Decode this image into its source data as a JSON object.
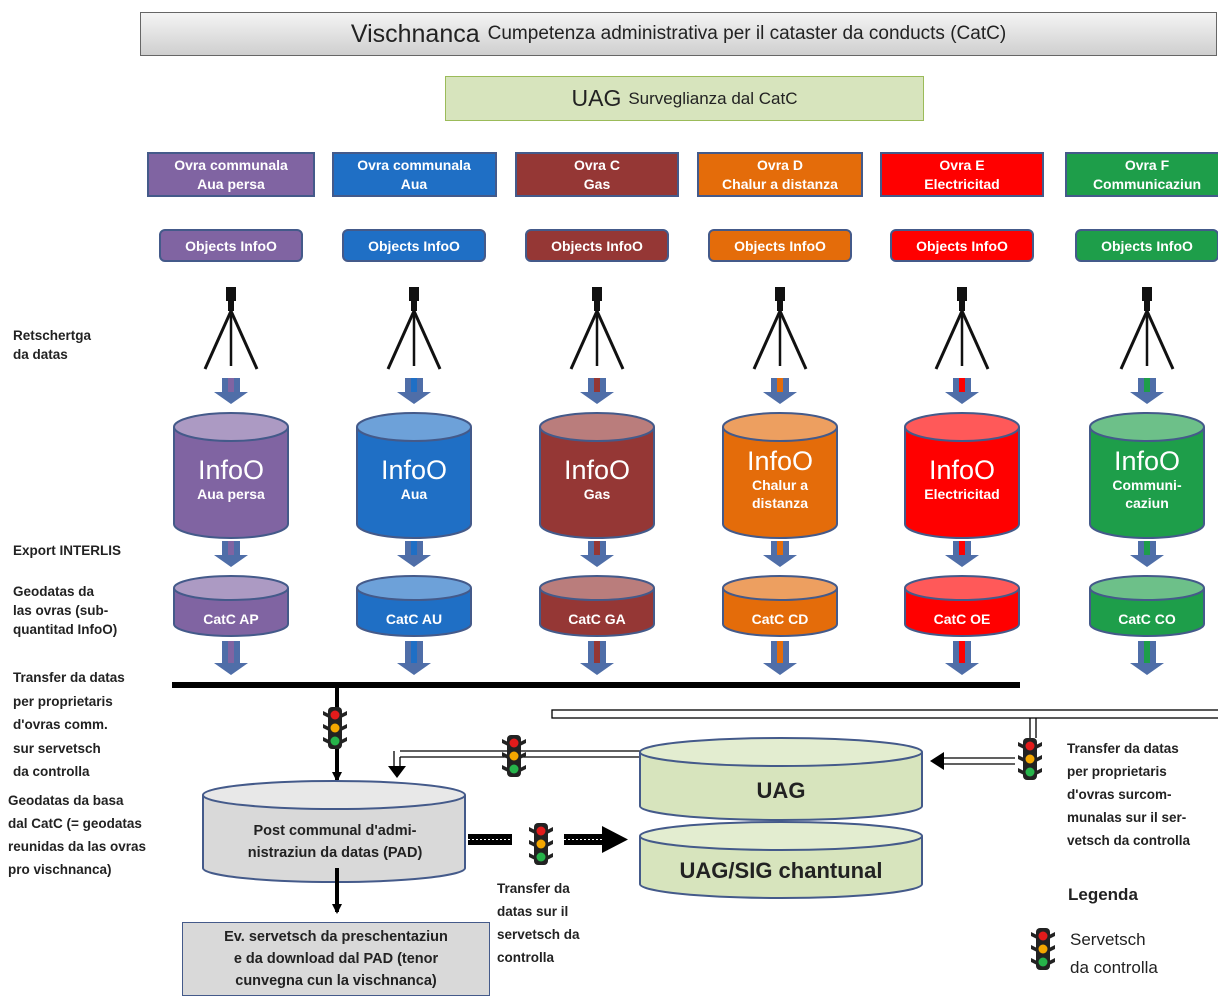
{
  "title": {
    "main": "Vischnanca",
    "sub": "Cumpetenza administrativa per il cataster da conducts (CatC)"
  },
  "uag_header": {
    "main": "UAG",
    "sub": "Surveglianza dal CatC"
  },
  "works": [
    {
      "line1": "Ovra communala",
      "line2": "Aua persa",
      "color": "#8064a2",
      "db_title": "InfoO",
      "db_sub": [
        "Aua persa"
      ],
      "catc": "CatC AP"
    },
    {
      "line1": "Ovra communala",
      "line2": "Aua",
      "color": "#1f6fc5",
      "db_title": "InfoO",
      "db_sub": [
        "Aua"
      ],
      "catc": "CatC AU"
    },
    {
      "line1": "Ovra C",
      "line2": "Gas",
      "color": "#953735",
      "db_title": "InfoO",
      "db_sub": [
        "Gas"
      ],
      "catc": "CatC GA"
    },
    {
      "line1": "Ovra D",
      "line2": "Chalur a distanza",
      "color": "#e46c0a",
      "db_title": "InfoO",
      "db_sub": [
        "Chalur a",
        "distanza"
      ],
      "catc": "CatC CD"
    },
    {
      "line1": "Ovra E",
      "line2": "Electricitad",
      "color": "#ff0000",
      "db_title": "InfoO",
      "db_sub": [
        "Electricitad"
      ],
      "catc": "CatC OE"
    },
    {
      "line1": "Ovra F",
      "line2": "Communicaziun",
      "color": "#1e9e4a",
      "db_title": "InfoO",
      "db_sub": [
        "Communi-",
        "caziun"
      ],
      "catc": "CatC CO"
    }
  ],
  "objects_label": "Objects InfoO",
  "side_labels": {
    "retschertga": [
      "Retschertga",
      "da datas"
    ],
    "export": "Export INTERLIS",
    "geodatas": [
      "Geodatas da",
      "las ovras (sub-",
      "quantitad InfoO)"
    ],
    "transfer": [
      "Transfer da datas",
      "per proprietaris",
      "d'ovras comm.",
      "sur servetsch",
      "da controlla"
    ],
    "geodatas_basa": [
      "Geodatas da basa",
      "dal CatC (= geodatas",
      "reunidas da las ovras",
      "pro vischnanca)"
    ]
  },
  "pad": [
    "Post communal d'admi-",
    "nistraziun da datas (PAD)"
  ],
  "ev_box": [
    "Ev. servetsch da preschentaziun",
    "e da download dal PAD (tenor",
    "cunvegna cun la vischnanca)"
  ],
  "uag_db": "UAG",
  "uag_sig_db": "UAG/SIG chantunal",
  "transfer_right": [
    "Transfer da datas",
    "per proprietaris",
    "d'ovras surcom-",
    "munalas sur il ser-",
    "vetsch da controlla"
  ],
  "transfer_mid": [
    "Transfer da",
    "datas sur il",
    "servetsch da",
    "controlla"
  ],
  "legend": {
    "title": "Legenda",
    "text": [
      "Servetsch",
      "da controlla"
    ]
  },
  "colors": {
    "arrow_blue": "#4f6ea8",
    "db_green": "#d7e4bd",
    "grey": "#d9d9d9"
  }
}
